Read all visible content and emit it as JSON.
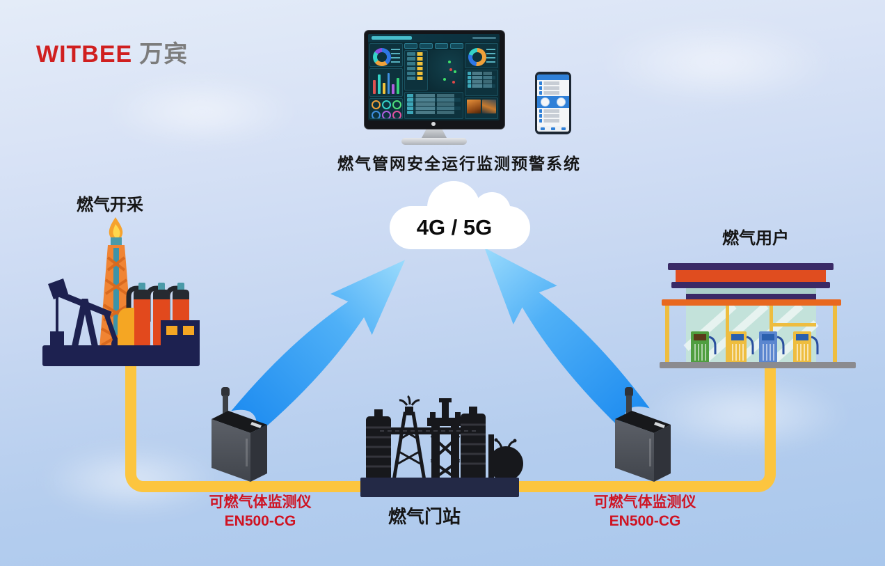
{
  "header": {
    "logo": {
      "latin": "WITBEE",
      "cjk": "万宾"
    }
  },
  "monitoring_system": {
    "title": "燃气管网安全运行监测预警系统"
  },
  "network": {
    "cloud_label": "4G / 5G"
  },
  "nodes": {
    "gas_extraction": {
      "label": "燃气开采"
    },
    "gas_users": {
      "label": "燃气用户"
    },
    "gas_gate_station": {
      "label": "燃气门站"
    }
  },
  "devices": [
    {
      "name_line": "可燃气体监测仪",
      "model_line": "EN500-CG"
    },
    {
      "name_line": "可燃气体监测仪",
      "model_line": "EN500-CG"
    }
  ],
  "colors": {
    "logo_red": "#d01f1f",
    "logo_gray": "#7c7c7c",
    "pipe_yellow": "#fcc53f",
    "arrow_blue_dark": "#1e8cf0",
    "arrow_blue_light": "#9bdbfc",
    "device_label_red": "#cf1322",
    "background_top": "#e4ecf8",
    "background_bottom": "#a9c7ec"
  }
}
